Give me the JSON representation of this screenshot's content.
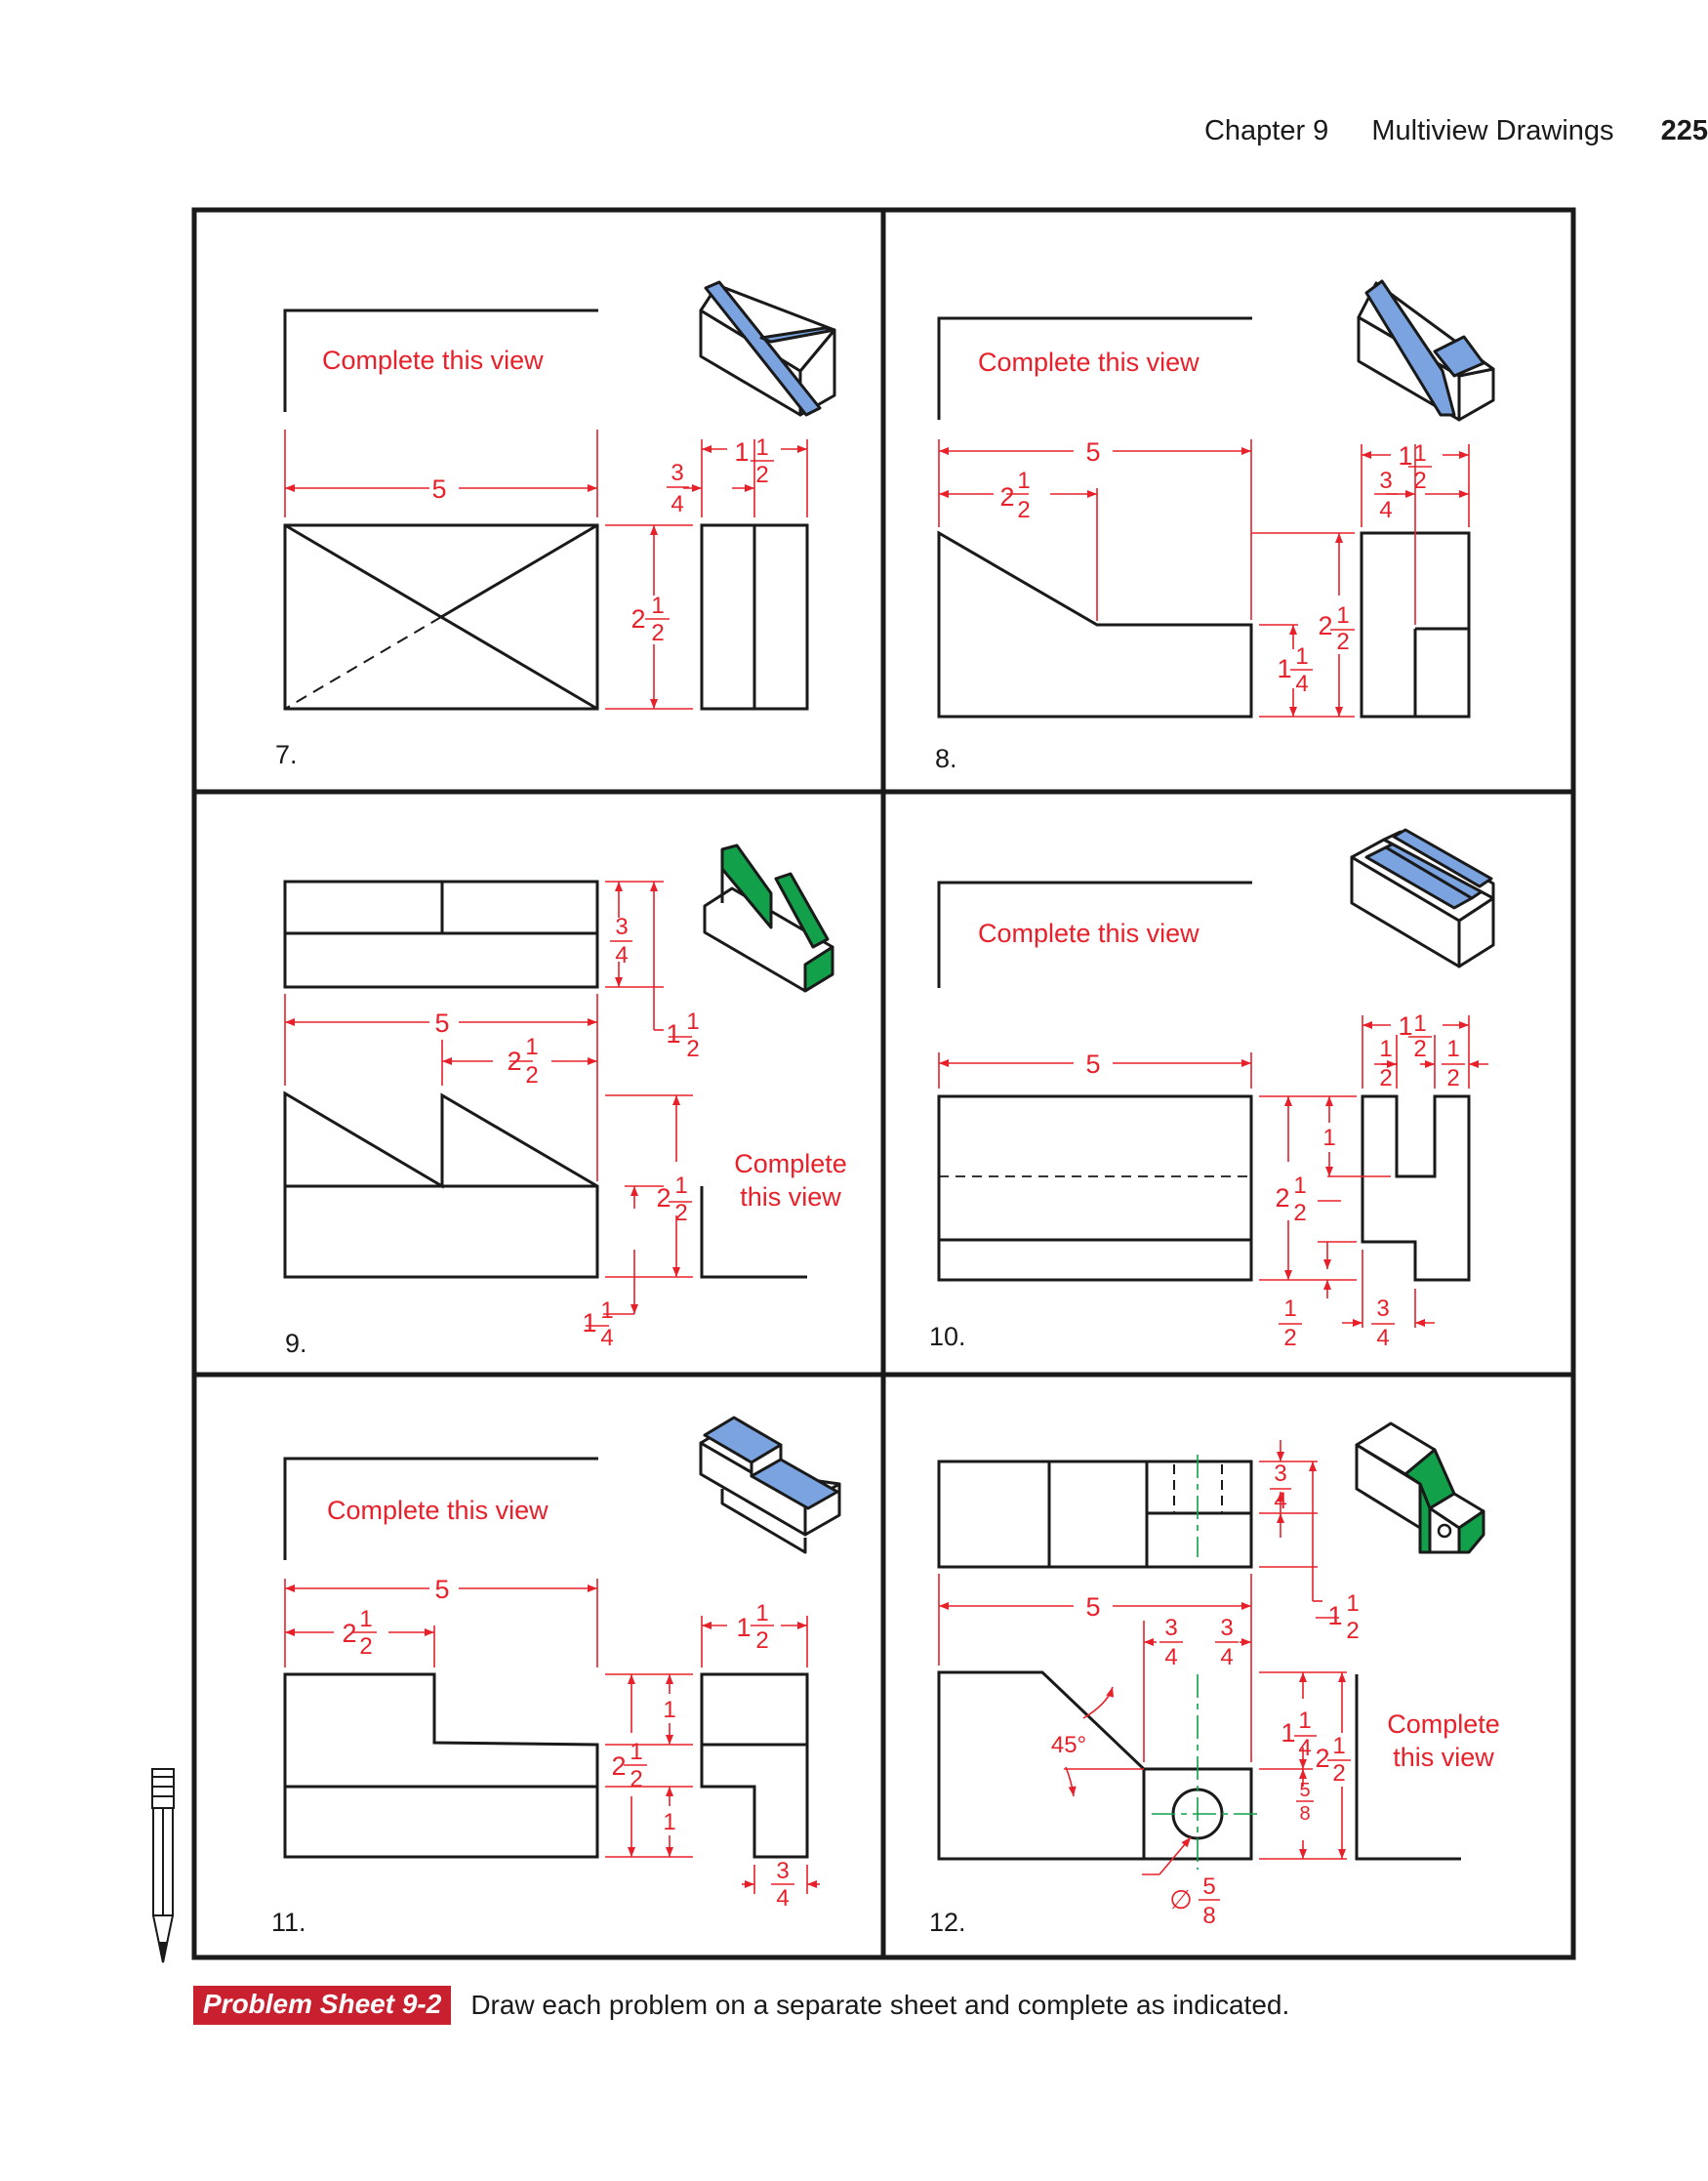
{
  "header": {
    "chapter": "Chapter 9",
    "title": "Multiview Drawings",
    "page": "225"
  },
  "problems": [
    {
      "number": "7.",
      "note": "Complete this view"
    },
    {
      "number": "8.",
      "note": "Complete this view"
    },
    {
      "number": "9.",
      "note_line1": "Complete",
      "note_line2": "this view"
    },
    {
      "number": "10.",
      "note": "Complete this view"
    },
    {
      "number": "11.",
      "note": "Complete this view"
    },
    {
      "number": "12.",
      "note_line1": "Complete",
      "note_line2": "this view",
      "angle": "45°",
      "diameter_symbol": "∅"
    }
  ],
  "dims": {
    "five": "5",
    "one": "1",
    "two": "2",
    "three": "3",
    "four": "4",
    "five_n": "5",
    "eight": "8"
  },
  "colors": {
    "dimension": "#e8202a",
    "line": "#1a1a1a",
    "blue_face": "#7aa3e0",
    "green_face": "#12a04a",
    "tag": "#c8202f"
  },
  "footer": {
    "tag": "Problem Sheet 9-2",
    "instruction": "Draw each problem on a separate sheet and complete as indicated."
  }
}
